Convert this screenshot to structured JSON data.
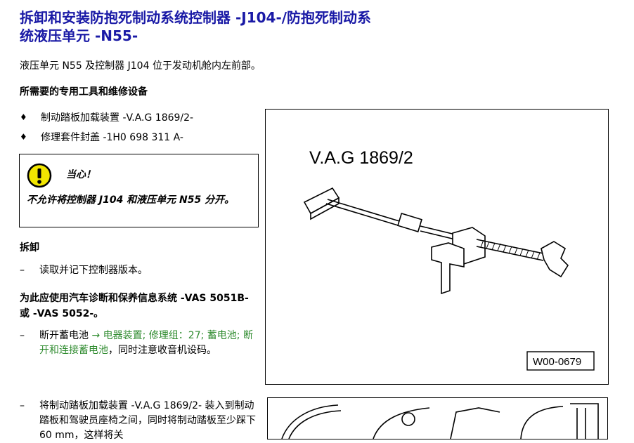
{
  "title": "拆卸和安装防抱死制动系统控制器 -J104-/防抱死制动系统液压单元 -N55-",
  "intro": "液压单元 N55 及控制器 J104 位于发动机舱内左前部。",
  "tools_heading": "所需要的专用工具和维修设备",
  "tools": [
    "制动踏板加载装置 -V.A.G 1869/2-",
    "修理套件封盖 -1H0 698 311 A-"
  ],
  "bullet_marker": "♦",
  "caution": {
    "label": "当心！",
    "text": "不允许将控制器 J104 和液压单元 N55 分开。"
  },
  "removal_heading": "拆卸",
  "step_dash": "–",
  "step1": "读取并记下控制器版本。",
  "diag_note": "为此应使用汽车诊断和保养信息系统 -VAS 5051B- 或 -VAS 5052-。",
  "step2": {
    "prefix": "断开蓄电池",
    "arrow": "→",
    "link1": "电器装置; 修理组：27; 蓄电池; 断开和连接蓄电池",
    "suffix": "，同时注意收音机设码。"
  },
  "step3": "将制动踏板加载装置 -V.A.G 1869/2- 装入到制动踏板和驾驶员座椅之间，同时将制动踏板至少踩下60 mm，这样将关",
  "figure1": {
    "tool_label": "V.A.G 1869/2",
    "figure_code": "W00-0679"
  },
  "colors": {
    "title": "#1a1aa6",
    "link": "#2d8a2d",
    "caution_icon": "#f2e600"
  }
}
